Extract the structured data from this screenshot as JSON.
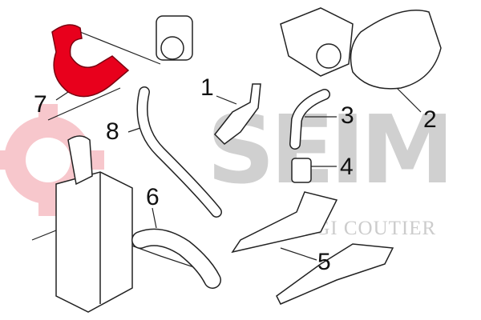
{
  "watermark": {
    "brand": "SEIM",
    "subtitle": "MGI COUTIER"
  },
  "callouts": [
    "1",
    "2",
    "3",
    "4",
    "5",
    "6",
    "7",
    "8"
  ],
  "colors": {
    "highlight": "#e8001c",
    "gear": "#f7c7cc",
    "outline": "#222222",
    "watermark": "#d0d0d0"
  }
}
